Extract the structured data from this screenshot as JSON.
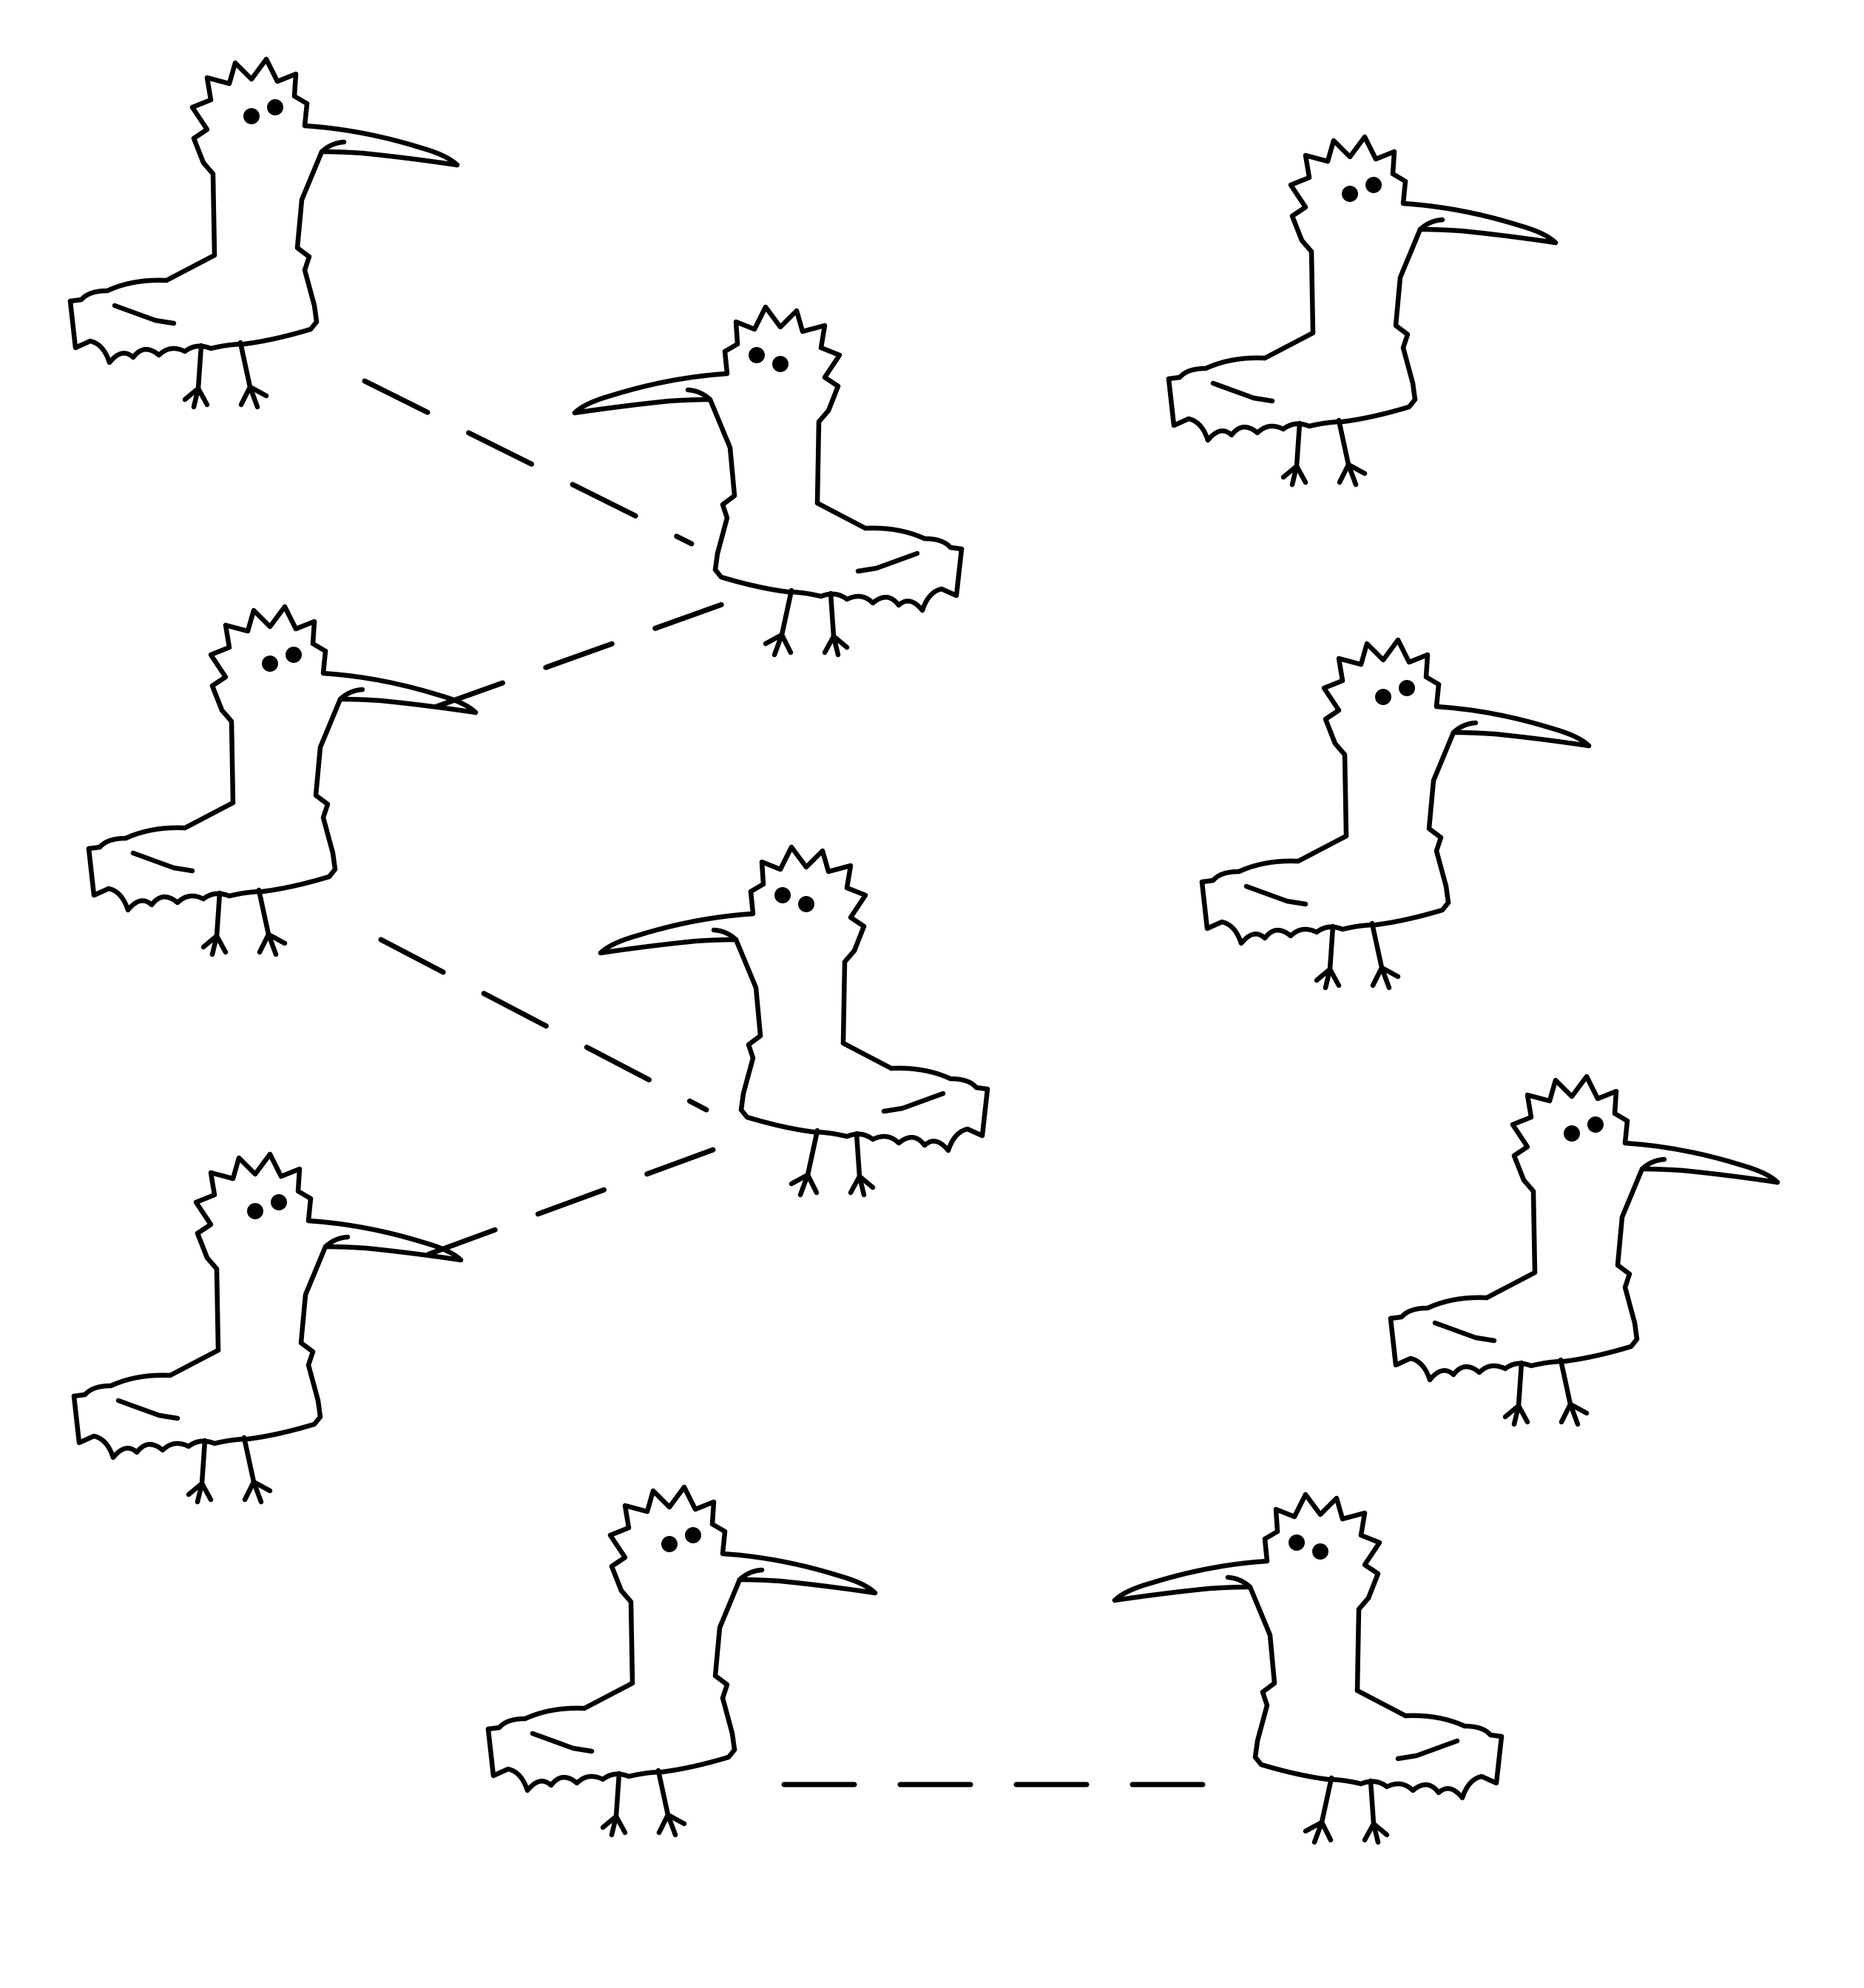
{
  "scene": {
    "ink_color": "#000000",
    "background_color": "#ffffff",
    "birds": [
      {
        "id": "bird-1",
        "facing": "right",
        "group": "linked-chain"
      },
      {
        "id": "bird-2",
        "facing": "left",
        "group": "linked-chain"
      },
      {
        "id": "bird-3",
        "facing": "right",
        "group": "linked-chain"
      },
      {
        "id": "bird-4",
        "facing": "left",
        "group": "linked-chain"
      },
      {
        "id": "bird-5",
        "facing": "right",
        "group": "linked-chain"
      },
      {
        "id": "bird-6",
        "facing": "right",
        "group": "unlinked"
      },
      {
        "id": "bird-7",
        "facing": "right",
        "group": "unlinked"
      },
      {
        "id": "bird-8",
        "facing": "right",
        "group": "unlinked"
      },
      {
        "id": "bird-9",
        "facing": "right",
        "group": "linked-pair"
      },
      {
        "id": "bird-10",
        "facing": "left",
        "group": "linked-pair"
      }
    ],
    "links": [
      {
        "from": "bird-1",
        "to": "bird-2",
        "style": "dashed"
      },
      {
        "from": "bird-2",
        "to": "bird-3",
        "style": "dashed"
      },
      {
        "from": "bird-3",
        "to": "bird-4",
        "style": "dashed"
      },
      {
        "from": "bird-4",
        "to": "bird-5",
        "style": "dashed"
      },
      {
        "from": "bird-9",
        "to": "bird-10",
        "style": "dashed"
      }
    ]
  }
}
